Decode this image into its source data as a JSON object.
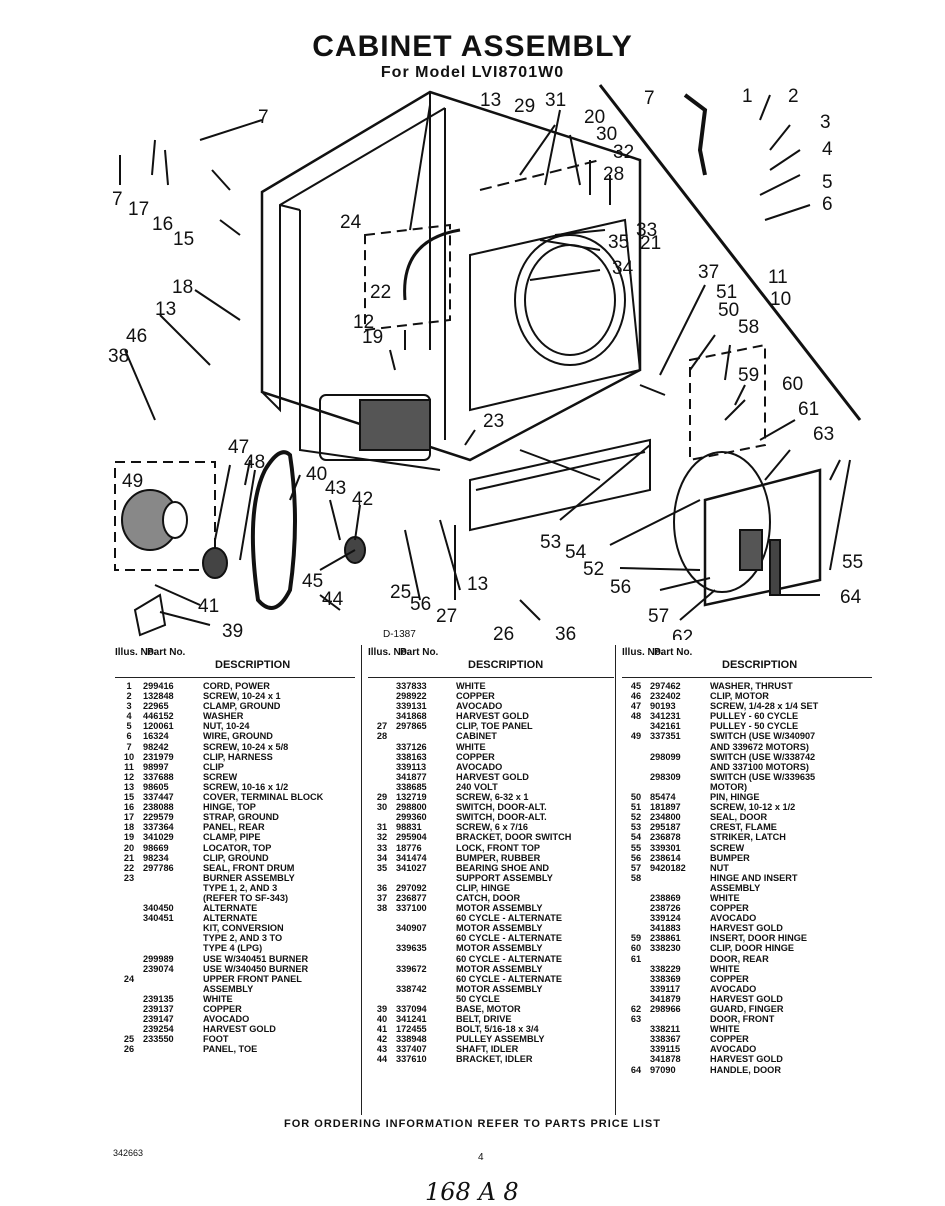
{
  "header": {
    "title": "CABINET ASSEMBLY",
    "subtitle": "For Model LVI8701W0"
  },
  "diagram": {
    "drawing_ref": "D-1387",
    "callouts": [
      {
        "t": "1"
      },
      {
        "t": "2"
      },
      {
        "t": "3"
      },
      {
        "t": "4"
      },
      {
        "t": "5"
      },
      {
        "t": "6"
      },
      {
        "t": "7"
      },
      {
        "t": "7"
      },
      {
        "t": "7"
      },
      {
        "t": "10"
      },
      {
        "t": "11"
      },
      {
        "t": "12"
      },
      {
        "t": "13"
      },
      {
        "t": "13"
      },
      {
        "t": "13"
      },
      {
        "t": "15"
      },
      {
        "t": "16"
      },
      {
        "t": "17"
      },
      {
        "t": "18"
      },
      {
        "t": "19"
      },
      {
        "t": "20"
      },
      {
        "t": "21"
      },
      {
        "t": "22"
      },
      {
        "t": "23"
      },
      {
        "t": "24"
      },
      {
        "t": "25"
      },
      {
        "t": "26"
      },
      {
        "t": "27"
      },
      {
        "t": "28"
      },
      {
        "t": "29"
      },
      {
        "t": "30"
      },
      {
        "t": "31"
      },
      {
        "t": "32"
      },
      {
        "t": "33"
      },
      {
        "t": "34"
      },
      {
        "t": "35"
      },
      {
        "t": "36"
      },
      {
        "t": "37"
      },
      {
        "t": "38"
      },
      {
        "t": "39"
      },
      {
        "t": "40"
      },
      {
        "t": "41"
      },
      {
        "t": "42"
      },
      {
        "t": "43"
      },
      {
        "t": "44"
      },
      {
        "t": "45"
      },
      {
        "t": "46"
      },
      {
        "t": "47"
      },
      {
        "t": "48"
      },
      {
        "t": "49"
      },
      {
        "t": "50"
      },
      {
        "t": "51"
      },
      {
        "t": "52"
      },
      {
        "t": "53"
      },
      {
        "t": "54"
      },
      {
        "t": "55"
      },
      {
        "t": "56"
      },
      {
        "t": "56"
      },
      {
        "t": "57"
      },
      {
        "t": "58"
      },
      {
        "t": "59"
      },
      {
        "t": "60"
      },
      {
        "t": "61"
      },
      {
        "t": "62"
      },
      {
        "t": "63"
      },
      {
        "t": "64"
      }
    ]
  },
  "table": {
    "headers": {
      "illus_no": "Illus. No.",
      "part_no": "Part No.",
      "description": "DESCRIPTION"
    },
    "columns": [
      [
        [
          "1",
          "299416",
          "CORD, POWER"
        ],
        [
          "2",
          "132848",
          "SCREW, 10-24 x 1"
        ],
        [
          "3",
          "22965",
          "CLAMP, GROUND"
        ],
        [
          "4",
          "446152",
          "WASHER"
        ],
        [
          "5",
          "120061",
          "NUT, 10-24"
        ],
        [
          "6",
          "16324",
          "WIRE, GROUND"
        ],
        [
          "7",
          "98242",
          "SCREW, 10-24 x 5/8"
        ],
        [
          "10",
          "231979",
          "CLIP, HARNESS"
        ],
        [
          "11",
          "98997",
          "CLIP"
        ],
        [
          "12",
          "337688",
          "SCREW"
        ],
        [
          "13",
          "98605",
          "SCREW, 10-16 x 1/2"
        ],
        [
          "15",
          "337447",
          "COVER, TERMINAL BLOCK"
        ],
        [
          "16",
          "238088",
          "HINGE, TOP"
        ],
        [
          "17",
          "229579",
          "STRAP, GROUND"
        ],
        [
          "18",
          "337364",
          "PANEL, REAR"
        ],
        [
          "19",
          "341029",
          "CLAMP, PIPE"
        ],
        [
          "20",
          "98669",
          "LOCATOR, TOP"
        ],
        [
          "21",
          "98234",
          "CLIP, GROUND"
        ],
        [
          "22",
          "297786",
          "SEAL, FRONT DRUM"
        ],
        [
          "23",
          "",
          "BURNER ASSEMBLY"
        ],
        [
          "",
          "",
          "TYPE 1, 2, AND 3"
        ],
        [
          "",
          "",
          "(REFER TO SF-343)"
        ],
        [
          "",
          "340450",
          "ALTERNATE"
        ],
        [
          "",
          "340451",
          "ALTERNATE"
        ],
        [
          "",
          "",
          "KIT, CONVERSION"
        ],
        [
          "",
          "",
          "TYPE 2, AND 3 TO"
        ],
        [
          "",
          "",
          "TYPE 4 (LPG)"
        ],
        [
          "",
          "299989",
          "USE W/340451 BURNER"
        ],
        [
          "",
          "239074",
          "USE W/340450 BURNER"
        ],
        [
          "24",
          "",
          "UPPER FRONT PANEL"
        ],
        [
          "",
          "",
          "ASSEMBLY"
        ],
        [
          "",
          "239135",
          "WHITE"
        ],
        [
          "",
          "239137",
          "COPPER"
        ],
        [
          "",
          "239147",
          "AVOCADO"
        ],
        [
          "",
          "239254",
          "HARVEST GOLD"
        ],
        [
          "25",
          "233550",
          "FOOT"
        ],
        [
          "26",
          "",
          "PANEL, TOE"
        ]
      ],
      [
        [
          "",
          "337833",
          "WHITE"
        ],
        [
          "",
          "298922",
          "COPPER"
        ],
        [
          "",
          "339131",
          "AVOCADO"
        ],
        [
          "",
          "341868",
          "HARVEST GOLD"
        ],
        [
          "27",
          "297865",
          "CLIP, TOE PANEL"
        ],
        [
          "28",
          "",
          "CABINET"
        ],
        [
          "",
          "337126",
          "WHITE"
        ],
        [
          "",
          "338163",
          "COPPER"
        ],
        [
          "",
          "339113",
          "AVOCADO"
        ],
        [
          "",
          "341877",
          "HARVEST GOLD"
        ],
        [
          "",
          "338685",
          "240 VOLT"
        ],
        [
          "29",
          "132719",
          "SCREW, 6-32 x 1"
        ],
        [
          "30",
          "298800",
          "SWITCH, DOOR-ALT."
        ],
        [
          "",
          "299360",
          "SWITCH, DOOR-ALT."
        ],
        [
          "31",
          "98831",
          "SCREW, 6 x 7/16"
        ],
        [
          "32",
          "295904",
          "BRACKET, DOOR SWITCH"
        ],
        [
          "33",
          "18776",
          "LOCK, FRONT TOP"
        ],
        [
          "34",
          "341474",
          "BUMPER, RUBBER"
        ],
        [
          "35",
          "341027",
          "BEARING SHOE AND"
        ],
        [
          "",
          "",
          "SUPPORT ASSEMBLY"
        ],
        [
          "36",
          "297092",
          "CLIP, HINGE"
        ],
        [
          "37",
          "236877",
          "CATCH, DOOR"
        ],
        [
          "38",
          "337100",
          "MOTOR ASSEMBLY"
        ],
        [
          "",
          "",
          "60 CYCLE - ALTERNATE"
        ],
        [
          "",
          "340907",
          "MOTOR ASSEMBLY"
        ],
        [
          "",
          "",
          "60 CYCLE - ALTERNATE"
        ],
        [
          "",
          "339635",
          "MOTOR ASSEMBLY"
        ],
        [
          "",
          "",
          "60 CYCLE - ALTERNATE"
        ],
        [
          "",
          "339672",
          "MOTOR ASSEMBLY"
        ],
        [
          "",
          "",
          "60 CYCLE - ALTERNATE"
        ],
        [
          "",
          "338742",
          "MOTOR ASSEMBLY"
        ],
        [
          "",
          "",
          "50 CYCLE"
        ],
        [
          "39",
          "337094",
          "BASE, MOTOR"
        ],
        [
          "40",
          "341241",
          "BELT, DRIVE"
        ],
        [
          "41",
          "172455",
          "BOLT, 5/16-18 x 3/4"
        ],
        [
          "42",
          "338948",
          "PULLEY ASSEMBLY"
        ],
        [
          "43",
          "337407",
          "SHAFT, IDLER"
        ],
        [
          "44",
          "337610",
          "BRACKET, IDLER"
        ]
      ],
      [
        [
          "45",
          "297462",
          "WASHER, THRUST"
        ],
        [
          "46",
          "232402",
          "CLIP, MOTOR"
        ],
        [
          "47",
          "90193",
          "SCREW, 1/4-28 x 1/4 SET"
        ],
        [
          "48",
          "341231",
          "PULLEY - 60 CYCLE"
        ],
        [
          "",
          "342161",
          "PULLEY - 50 CYCLE"
        ],
        [
          "49",
          "337351",
          "SWITCH (USE W/340907"
        ],
        [
          "",
          "",
          "AND 339672 MOTORS)"
        ],
        [
          "",
          "298099",
          "SWITCH (USE W/338742"
        ],
        [
          "",
          "",
          "AND 337100 MOTORS)"
        ],
        [
          "",
          "298309",
          "SWITCH (USE W/339635"
        ],
        [
          "",
          "",
          "MOTOR)"
        ],
        [
          "50",
          "85474",
          "PIN, HINGE"
        ],
        [
          "51",
          "181897",
          "SCREW, 10-12 x 1/2"
        ],
        [
          "52",
          "234800",
          "SEAL, DOOR"
        ],
        [
          "53",
          "295187",
          "CREST, FLAME"
        ],
        [
          "54",
          "236878",
          "STRIKER, LATCH"
        ],
        [
          "55",
          "339301",
          "SCREW"
        ],
        [
          "56",
          "238614",
          "BUMPER"
        ],
        [
          "57",
          "9420182",
          "NUT"
        ],
        [
          "58",
          "",
          "HINGE AND INSERT"
        ],
        [
          "",
          "",
          "ASSEMBLY"
        ],
        [
          "",
          "238869",
          "WHITE"
        ],
        [
          "",
          "238726",
          "COPPER"
        ],
        [
          "",
          "339124",
          "AVOCADO"
        ],
        [
          "",
          "341883",
          "HARVEST GOLD"
        ],
        [
          "59",
          "238861",
          "INSERT, DOOR HINGE"
        ],
        [
          "60",
          "338230",
          "CLIP, DOOR HINGE"
        ],
        [
          "61",
          "",
          "DOOR, REAR"
        ],
        [
          "",
          "338229",
          "WHITE"
        ],
        [
          "",
          "338369",
          "COPPER"
        ],
        [
          "",
          "339117",
          "AVOCADO"
        ],
        [
          "",
          "341879",
          "HARVEST GOLD"
        ],
        [
          "62",
          "298966",
          "GUARD, FINGER"
        ],
        [
          "63",
          "",
          "DOOR, FRONT"
        ],
        [
          "",
          "338211",
          "WHITE"
        ],
        [
          "",
          "338367",
          "COPPER"
        ],
        [
          "",
          "339115",
          "AVOCADO"
        ],
        [
          "",
          "341878",
          "HARVEST GOLD"
        ],
        [
          "64",
          "97090",
          "HANDLE, DOOR"
        ]
      ]
    ]
  },
  "footer": {
    "note": "FOR ORDERING INFORMATION REFER TO PARTS PRICE LIST",
    "doc_number": "342663",
    "page_number": "4",
    "handwritten": "168 A 8"
  }
}
